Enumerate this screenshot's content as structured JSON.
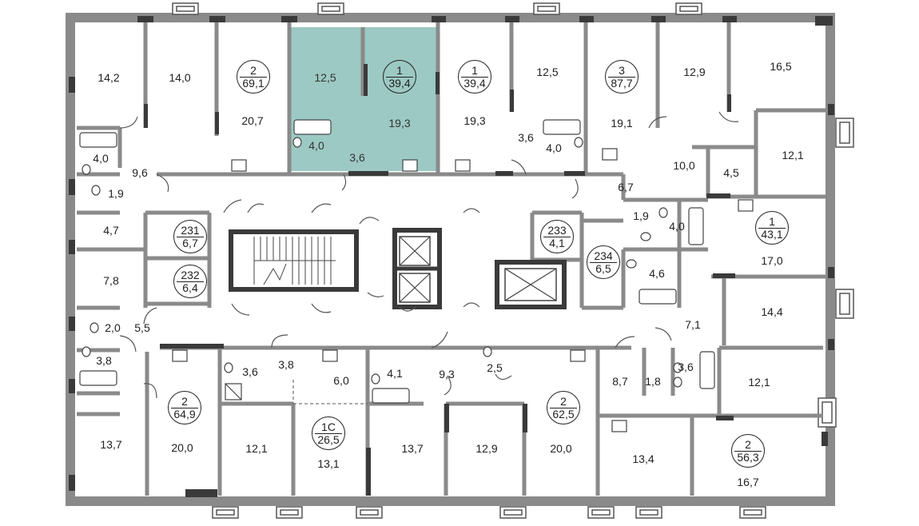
{
  "highlight_color": "#9cc9c3",
  "wall_color": "#8a8a8a",
  "wall_dark_color": "#3a3a3a",
  "apartments": [
    {
      "id": "apt-2-69",
      "rooms": "2",
      "area": "69,1"
    },
    {
      "id": "apt-1-39-selected",
      "rooms": "1",
      "area": "39,4"
    },
    {
      "id": "apt-1-39",
      "rooms": "1",
      "area": "39,4"
    },
    {
      "id": "apt-3-87",
      "rooms": "3",
      "area": "87,7"
    },
    {
      "id": "apt-1-43",
      "rooms": "1",
      "area": "43,1"
    },
    {
      "id": "apt-2-64",
      "rooms": "2",
      "area": "64,9"
    },
    {
      "id": "apt-1c-26",
      "rooms": "1С",
      "area": "26,5"
    },
    {
      "id": "apt-2-62",
      "rooms": "2",
      "area": "62,5"
    },
    {
      "id": "apt-2-56",
      "rooms": "2",
      "area": "56,3"
    }
  ],
  "storage_rooms": [
    {
      "id": "231",
      "number": "231",
      "area": "6,7"
    },
    {
      "id": "232",
      "number": "232",
      "area": "6,4"
    },
    {
      "id": "233",
      "number": "233",
      "area": "4,1"
    },
    {
      "id": "234",
      "number": "234",
      "area": "6,5"
    }
  ],
  "room_areas": [
    "14,2",
    "14,0",
    "20,7",
    "12,5",
    "19,3",
    "19,3",
    "12,5",
    "19,1",
    "12,9",
    "16,5",
    "4,0",
    "9,6",
    "1,9",
    "4,0",
    "3,6",
    "3,6",
    "4,0",
    "10,0",
    "4,5",
    "12,1",
    "6,7",
    "1,9",
    "4,0",
    "4,7",
    "17,0",
    "7,8",
    "4,6",
    "14,4",
    "2,0",
    "5,5",
    "7,1",
    "3,8",
    "3,6",
    "3,8",
    "6,0",
    "4,1",
    "9,3",
    "2,5",
    "3,6",
    "8,7",
    "1,8",
    "12,1",
    "13,7",
    "20,0",
    "12,1",
    "13,1",
    "13,7",
    "12,9",
    "20,0",
    "13,4",
    "16,7"
  ]
}
